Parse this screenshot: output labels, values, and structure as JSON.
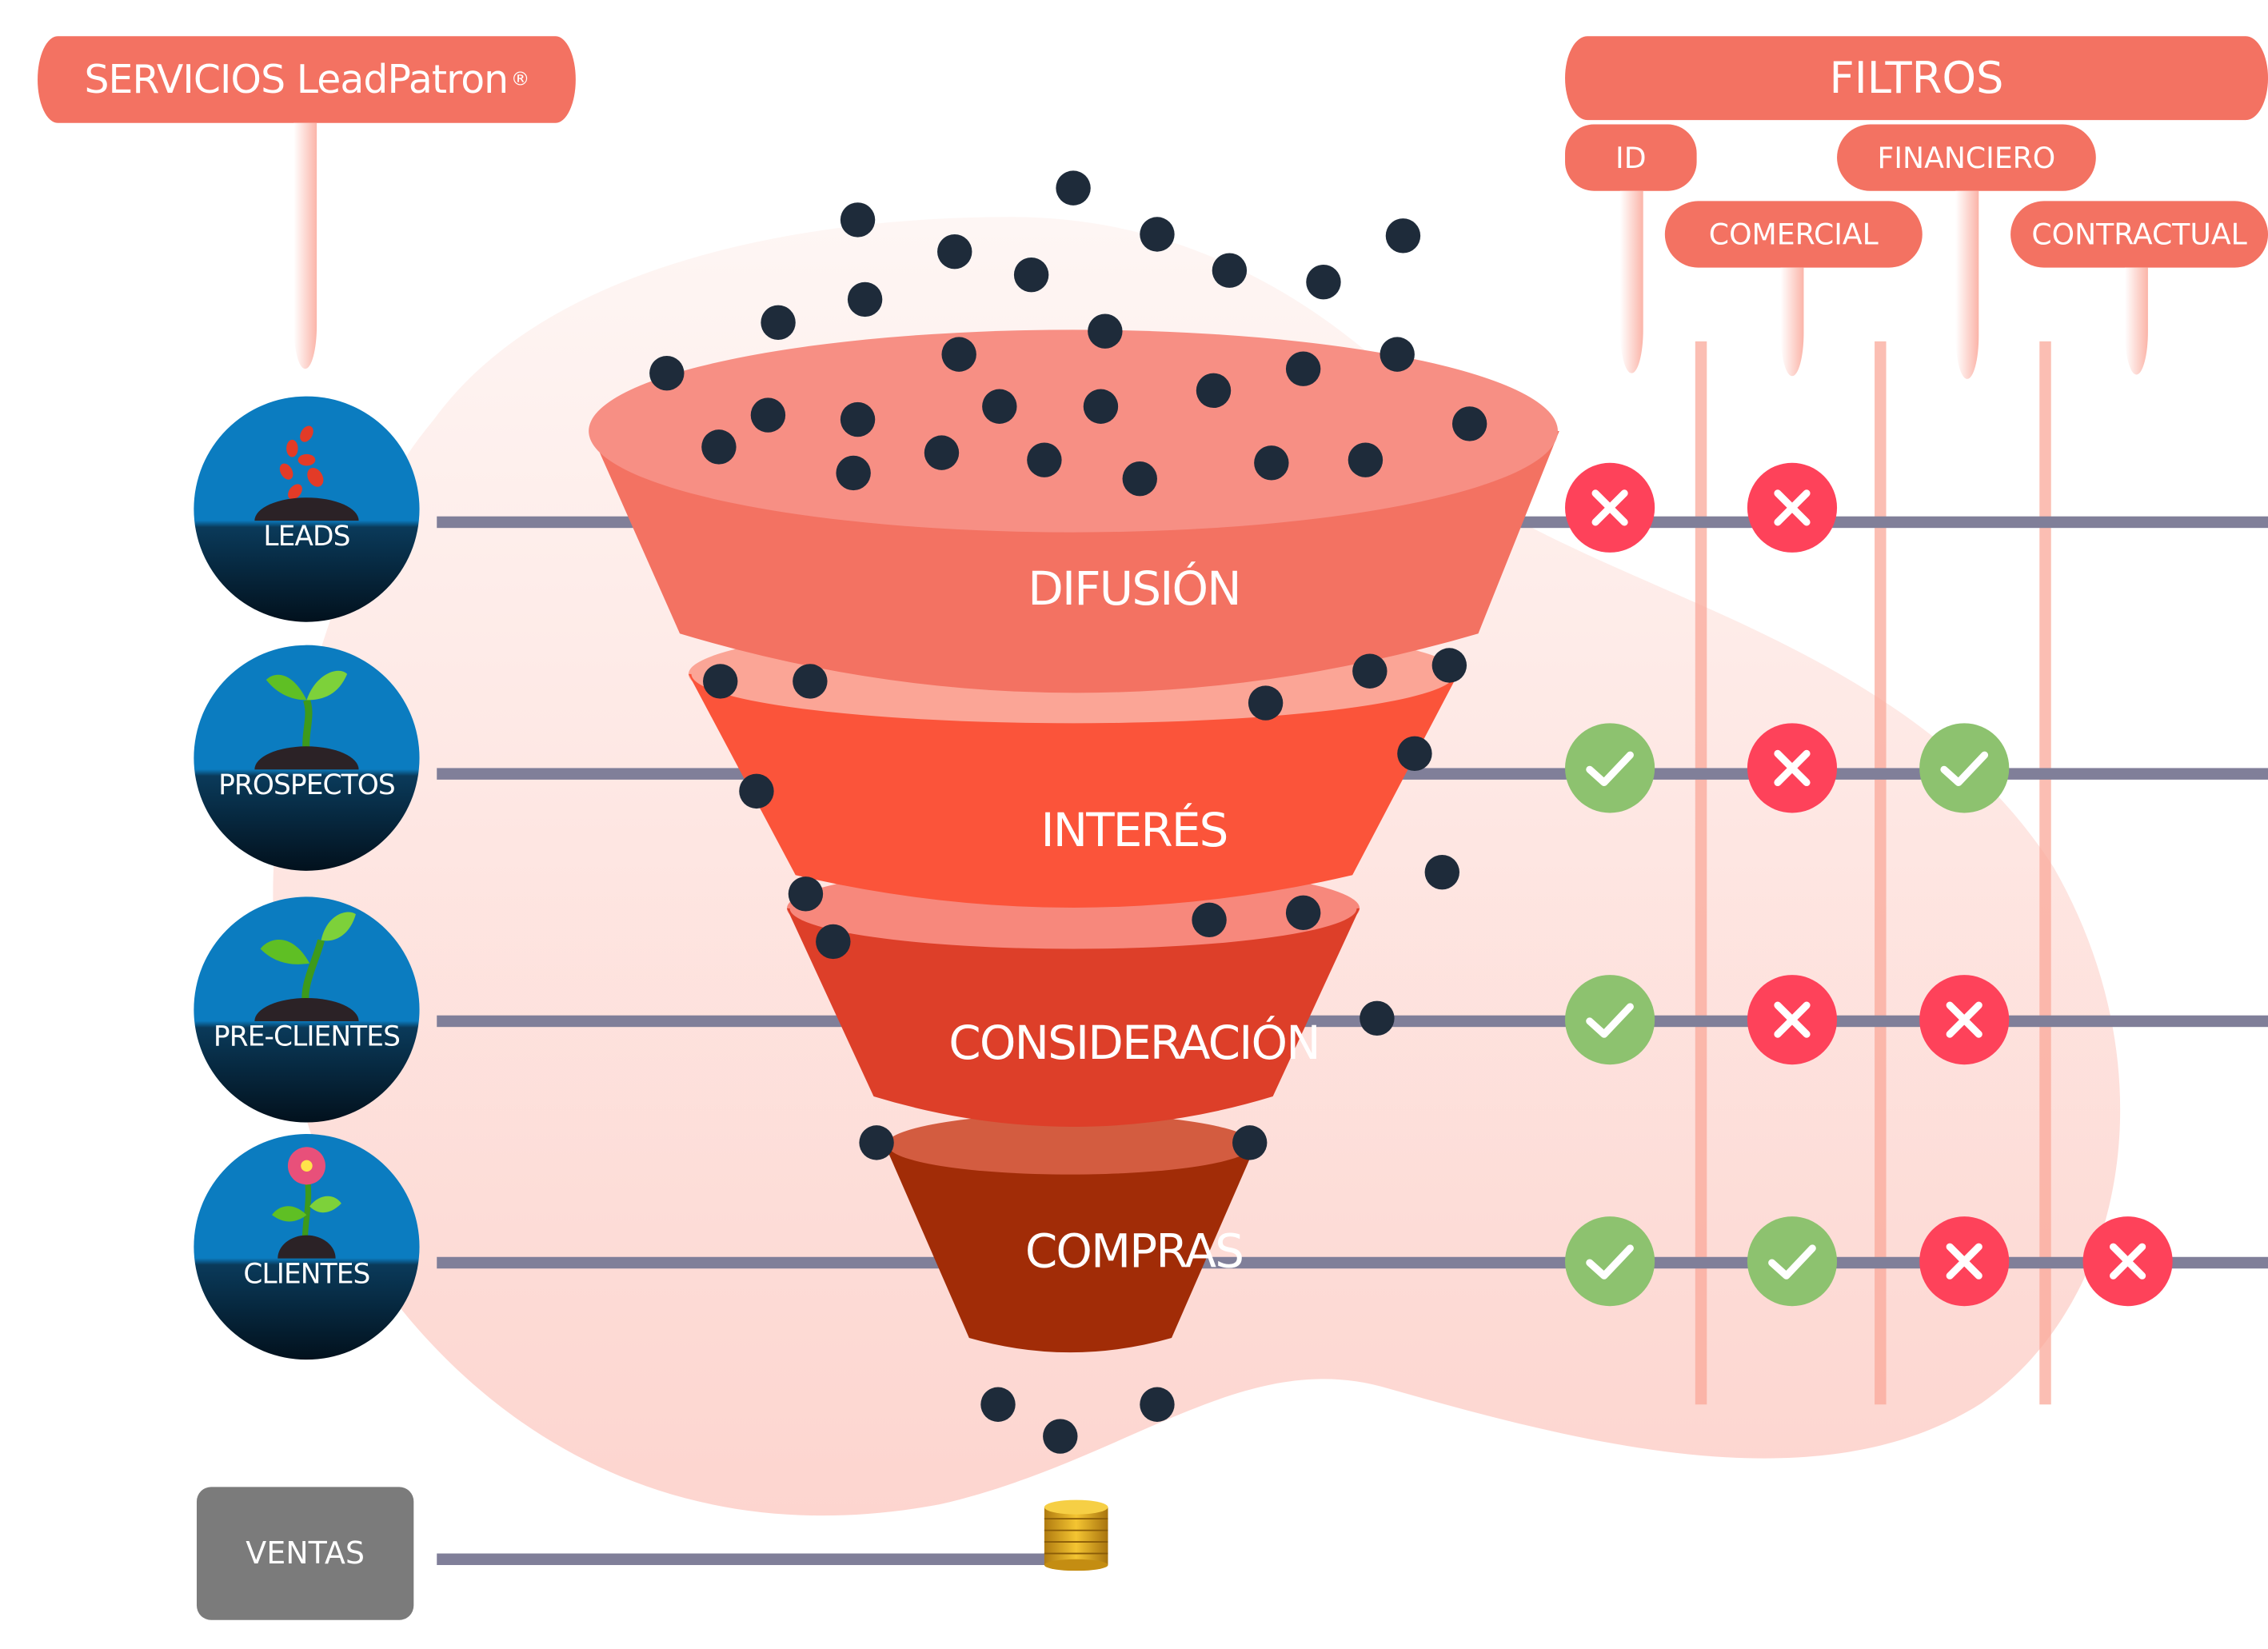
{
  "header": {
    "title": "SERVICIOS LeadPatron",
    "registered_mark": "®"
  },
  "filters": {
    "title": "FILTROS",
    "columns": [
      {
        "key": "id",
        "label": "ID"
      },
      {
        "key": "comercial",
        "label": "COMERCIAL"
      },
      {
        "key": "financiero",
        "label": "FINANCIERO"
      },
      {
        "key": "contractual",
        "label": "CONTRACTUAL"
      }
    ]
  },
  "stages": [
    {
      "label": "LEADS",
      "icon": "seeds-icon",
      "funnel_label": "DIFUSIÓN",
      "results": [
        "fail",
        "fail"
      ]
    },
    {
      "label": "PROSPECTOS",
      "icon": "sprout-icon",
      "funnel_label": "INTERÉS",
      "results": [
        "pass",
        "fail",
        "pass"
      ]
    },
    {
      "label": "PRE-CLIENTES",
      "icon": "plant-icon",
      "funnel_label": "CONSIDERACIÓN",
      "results": [
        "pass",
        "fail",
        "fail"
      ]
    },
    {
      "label": "CLIENTES",
      "icon": "flower-icon",
      "funnel_label": "COMPRAS",
      "results": [
        "pass",
        "pass",
        "fail",
        "fail"
      ]
    }
  ],
  "sales": {
    "label": "VENTAS",
    "icon": "coin-stack-icon"
  },
  "colors": {
    "brand": "#f37262",
    "pass": "#8dc26f",
    "fail": "#fe425a",
    "connector": "#807f99",
    "stage_circle": "#0b7cc0",
    "sales_box": "#7b7b7b"
  }
}
